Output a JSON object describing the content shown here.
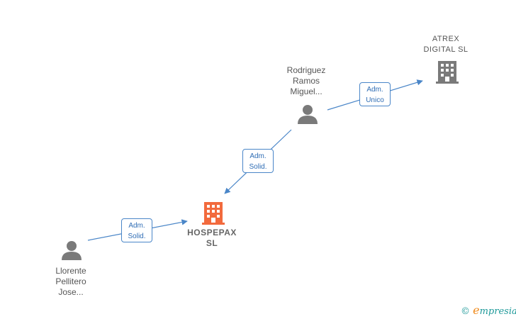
{
  "nodes": {
    "atrex": {
      "line1": "ATREX",
      "line2": "DIGITAL  SL",
      "icon": "building-icon",
      "color": "#7a7a7a"
    },
    "rodriguez": {
      "line1": "Rodriguez",
      "line2": "Ramos",
      "line3": "Miguel...",
      "icon": "person-icon",
      "color": "#7a7a7a"
    },
    "hospepax": {
      "line1": "HOSPEPAX",
      "line2": "SL",
      "icon": "building-icon",
      "color": "#f26a3d"
    },
    "llorente": {
      "line1": "Llorente",
      "line2": "Pellitero",
      "line3": "Jose...",
      "icon": "person-icon",
      "color": "#7a7a7a"
    }
  },
  "edges": {
    "rodriguez_atrex": {
      "line1": "Adm.",
      "line2": "Unico"
    },
    "rodriguez_hospepax": {
      "line1": "Adm.",
      "line2": "Solid."
    },
    "llorente_hospepax": {
      "line1": "Adm.",
      "line2": "Solid."
    }
  },
  "colors": {
    "edge": "#4a86c8",
    "accent": "#f26a3d"
  },
  "brand": {
    "copyright": "©",
    "initial": "e",
    "rest": "mpresia"
  }
}
